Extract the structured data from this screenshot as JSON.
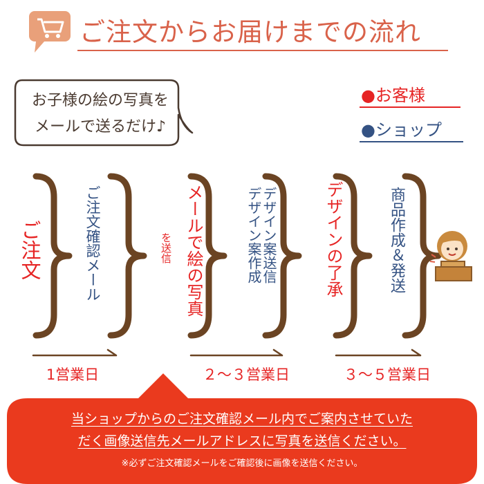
{
  "header": {
    "title": "ご注文からお届けまでの流れ",
    "icon": "cart-icon"
  },
  "bubble": {
    "line1": "お子様の絵の写真を",
    "line2": "メールで送るだけ♪"
  },
  "legend": {
    "customer": "●お客様",
    "shop": "●ショップ"
  },
  "steps": {
    "order": "ご注文",
    "confirm_mail": "ご注文確認メール",
    "send_picture_small": "を送信",
    "send_picture": "メールで絵の写真",
    "design": "デザイン案送信\nデザイン案作成",
    "approve": "デザインの了承",
    "make_ship": "商品作成＆発送"
  },
  "durations": {
    "d1": "1営業日",
    "d2": "２～３営業日",
    "d3": "３～５営業日"
  },
  "notice": {
    "line1": "当ショップからのご注文確認メール内でご案内させていた",
    "line2": "だく画像送信先メールアドレスに写真を送信ください。",
    "note": "※必ずご注文確認メールをご確認後に画像を送信ください。"
  },
  "colors": {
    "customer": "#e62424",
    "shop": "#345283",
    "brace": "#6b4423",
    "title": "#d9624a",
    "notice_bg": "#ea3a1e"
  }
}
